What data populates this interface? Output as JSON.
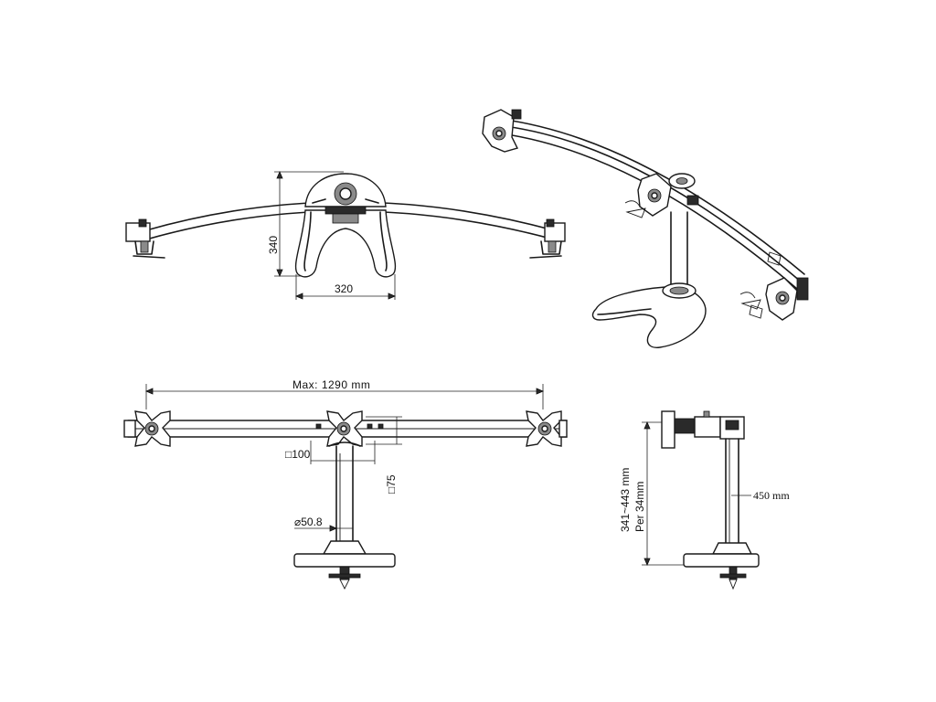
{
  "dimensions": {
    "top_height": "340",
    "top_width": "320",
    "max_length": "Max: 1290  mm",
    "vesa_100": "□100",
    "vesa_75": "□75",
    "pole_diameter": "⌀50.8",
    "height_range": "341~443  mm",
    "height_step": "Per  34mm",
    "arm_reach": "450  mm"
  }
}
